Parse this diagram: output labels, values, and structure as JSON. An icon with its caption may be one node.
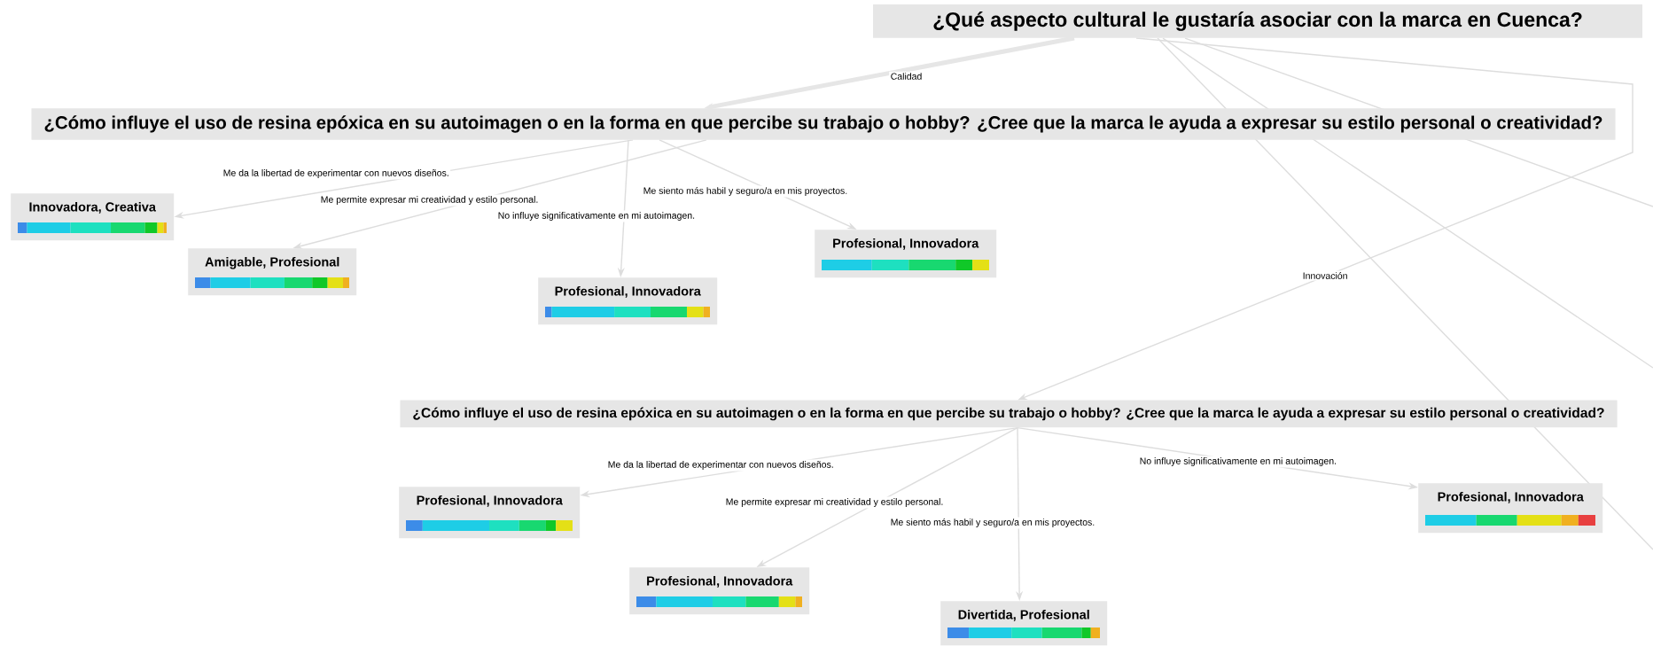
{
  "diagram": {
    "nodes": [
      {
        "text": [
          "¿Qué aspecto cultural le gustaría asociar con la marca en Cuenca?"
        ]
      },
      {
        "text": [
          "¿Cómo influye el uso de resina epóxica en su autoimagen o en la forma en que percibe su trabajo o hobby? ¿Cree que la marca le ayuda a expresar su estilo personal o creatividad?"
        ]
      },
      {
        "text": [
          "Innovadora, Creativa"
        ]
      },
      {
        "text": [
          "Amigable, Profesional"
        ]
      },
      {
        "text": [
          "Profesional, Innovadora"
        ]
      },
      {
        "text": [
          "Profesional, Innovadora"
        ]
      },
      {
        "text": [
          "¿Cómo influye el uso de resina epóxica en su autoimagen o en la forma en que percibe su trabajo o hobby? ¿Cree que la marca le ayuda a expresar su estilo personal o creatividad?"
        ]
      },
      {
        "text": [
          "Profesional, Innovadora"
        ]
      },
      {
        "text": [
          "Profesional, Innovadora"
        ]
      },
      {
        "text": [
          "Divertida, Profesional"
        ]
      },
      {
        "text": [
          "Profesional, Innovadora"
        ]
      }
    ],
    "edges": [
      {
        "from": 0,
        "to": 1,
        "arrow": "to",
        "label": "Calidad",
        "style": "thick"
      },
      {
        "from": 0,
        "to": 6,
        "arrow": "to",
        "label": "Innovación"
      },
      {
        "from": 1,
        "to": 2,
        "arrow": "to",
        "label": "Me da la libertad de experimentar con nuevos diseños."
      },
      {
        "from": 1,
        "to": 3,
        "arrow": "to",
        "label": "Me permite expresar mi creatividad y estilo personal."
      },
      {
        "from": 1,
        "to": 4,
        "arrow": "to",
        "label": "No influye significativamente en mi autoimagen."
      },
      {
        "from": 1,
        "to": 5,
        "arrow": "to",
        "label": "Me siento más habil y seguro/a en mis proyectos."
      },
      {
        "from": 6,
        "to": 7,
        "arrow": "to",
        "label": "Me da la libertad de experimentar con nuevos diseños."
      },
      {
        "from": 6,
        "to": 8,
        "arrow": "to",
        "label": "Me permite expresar mi creatividad y estilo personal."
      },
      {
        "from": 6,
        "to": 9,
        "arrow": "to",
        "label": "Me siento más habil y seguro/a en mis proyectos."
      },
      {
        "from": 6,
        "to": 10,
        "arrow": "to",
        "label": "No influye significativamente en mi autoimagen."
      },
      {
        "from": 0,
        "to": null,
        "arrow": "none"
      },
      {
        "from": 0,
        "to": null,
        "arrow": "none"
      },
      {
        "from": 0,
        "to": null,
        "arrow": "none"
      }
    ]
  }
}
